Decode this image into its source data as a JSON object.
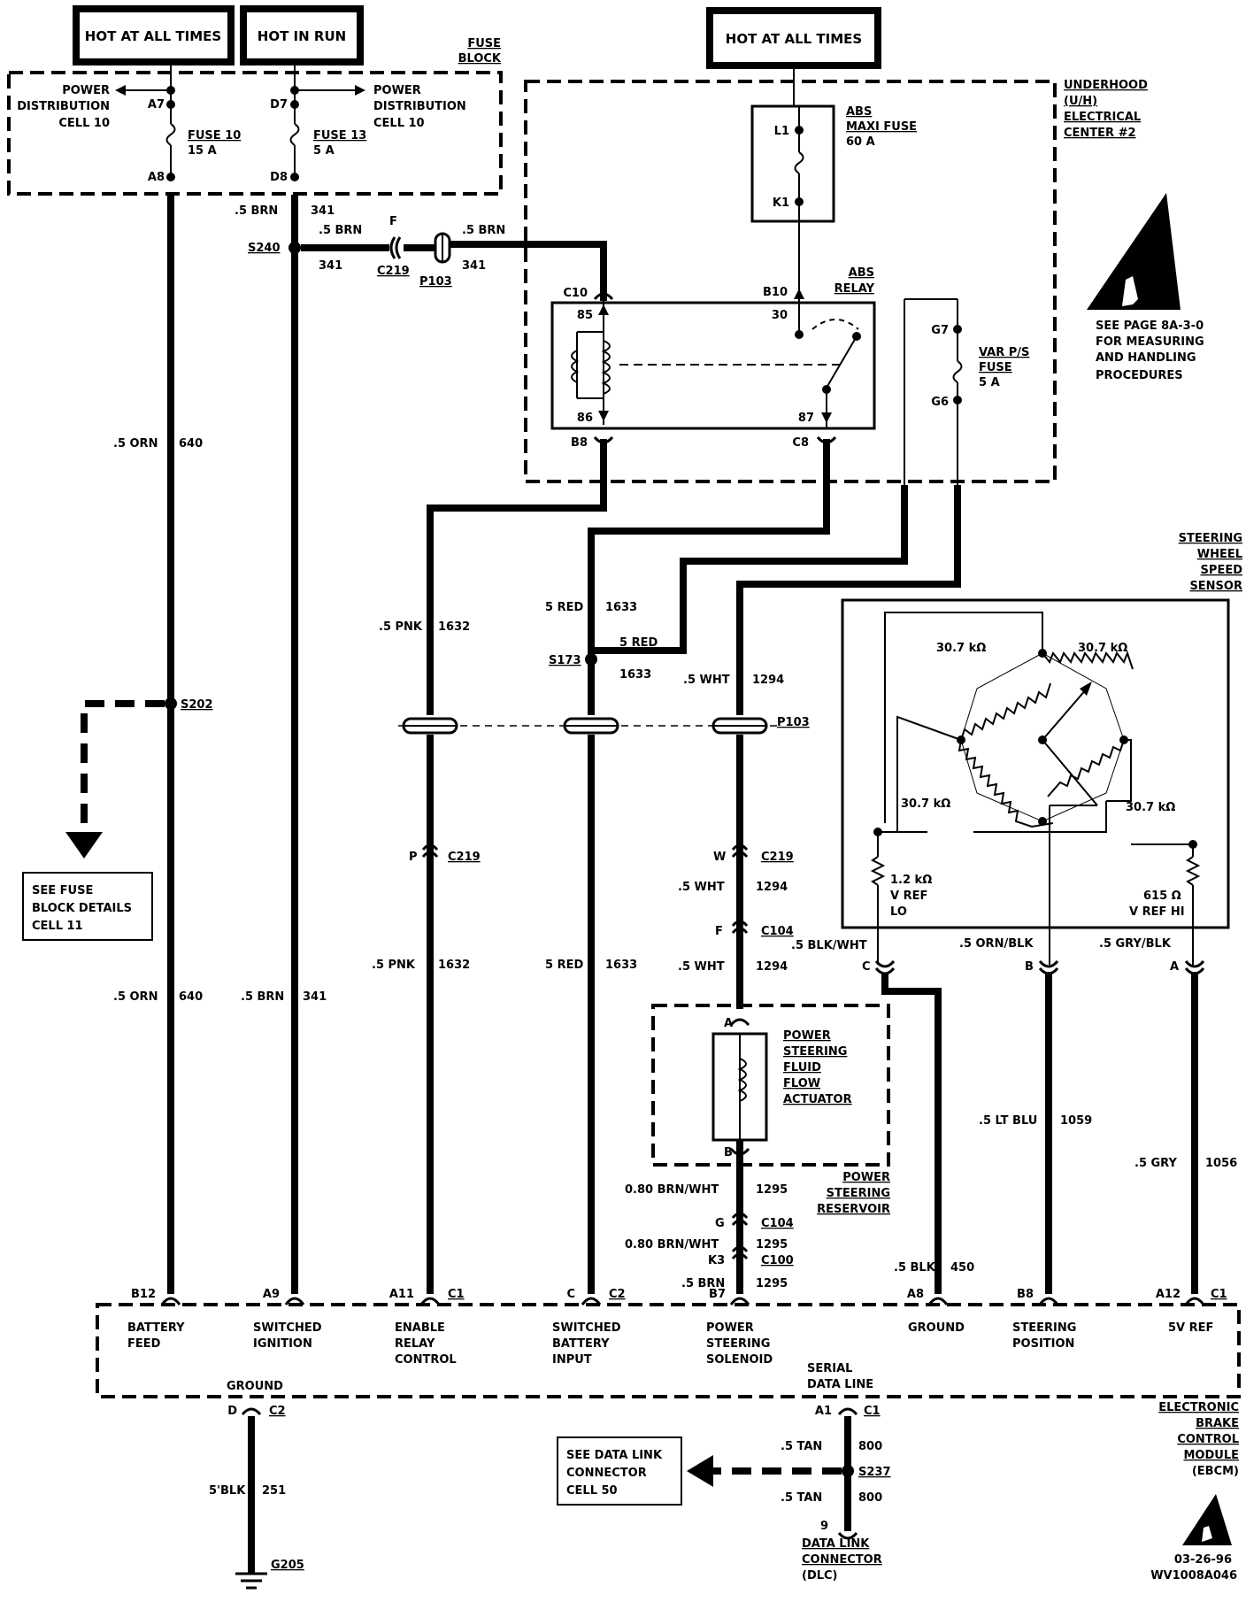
{
  "headers": {
    "hot_at_all_times_1": "HOT AT ALL TIMES",
    "hot_in_run": "HOT IN RUN",
    "hot_at_all_times_2": "HOT  AT  ALL  TIMES"
  },
  "fuse_block": {
    "title_1": "FUSE",
    "title_2": "BLOCK",
    "pdc_left_1": "POWER",
    "pdc_left_2": "DISTRIBUTION",
    "pdc_left_3": "CELL  10",
    "pdc_right_1": "POWER",
    "pdc_right_2": "DISTRIBUTION",
    "pdc_right_3": "CELL  10",
    "fuse10_name": "FUSE 10",
    "fuse10_rating": "15 A",
    "fuse13_name": "FUSE 13",
    "fuse13_rating": "5 A",
    "pin_a7": "A7",
    "pin_a8": "A8",
    "pin_d7": "D7",
    "pin_d8": "D8"
  },
  "underhood": {
    "title_1": "UNDERHOOD",
    "title_2": "(U/H)",
    "title_3": "ELECTRICAL",
    "title_4": "CENTER  #2",
    "maxi_1": "ABS",
    "maxi_2": "MAXI FUSE",
    "maxi_3": "60  A",
    "pin_l1": "L1",
    "pin_k1": "K1",
    "relay_1": "ABS",
    "relay_2": "RELAY",
    "pin_b10": "B10",
    "pin_30": "30",
    "pin_c10": "C10",
    "pin_85": "85",
    "pin_86": "86",
    "pin_b8": "B8",
    "pin_87": "87",
    "pin_c8": "C8",
    "var_1": "VAR  P/S",
    "var_2": "FUSE",
    "var_3": "5  A",
    "pin_g7": "G7",
    "pin_g6": "G6"
  },
  "esd_note": [
    "SEE PAGE 8A-3-0",
    "FOR MEASURING",
    "AND HANDLING",
    "PROCEDURES"
  ],
  "wires": {
    "brn_5_a": ".5  BRN",
    "w341_a": "341",
    "brn_5_b": ".5  BRN",
    "w341_b": "341",
    "brn_5_c": ".5  BRN",
    "w341_c": "341",
    "s240": "S240",
    "c219_f": "F",
    "c219_a": "C219",
    "p103_a": "P103",
    "orn_640_a": ".5 ORN",
    "n640_a": "640",
    "s202": "S202",
    "orn_640_b": ".5 ORN",
    "n640_b": "640",
    "brn_341_d": ".5 BRN",
    "n341_d": "341",
    "pnk_a": ".5 PNK",
    "n1632_a": "1632",
    "pnk_b": ".5  PNK",
    "n1632_b": "1632",
    "c219_p": "P",
    "c219_b": "C219",
    "red_a": "5 RED",
    "n1633_a": "1633",
    "s173": "S173",
    "red_b": "5 RED",
    "n1633_b": "1633",
    "red_c": "5 RED",
    "n1633_c": "1633",
    "wht_a": ".5  WHT",
    "n1294_a": "1294",
    "p103_b": "P103",
    "c219_w": "W",
    "c219_c": "C219",
    "wht_b": ".5  WHT",
    "n1294_b": "1294",
    "c104_f": "F",
    "c104_a": "C104",
    "wht_c": ".5  WHT",
    "n1294_c": "1294",
    "brnwht_a": "0.80  BRN/WHT",
    "n1295_a": "1295",
    "c104_g": "G",
    "c104_b": "C104",
    "brnwht_b": "0.80  BRN/WHT",
    "n1295_b": "1295",
    "c100_k3": "K3",
    "c100": "C100",
    "brn_1295": ".5  BRN",
    "n1295_c": "1295",
    "blkwht": ".5  BLK/WHT",
    "ornblk": ".5  ORN/BLK",
    "gryblk": ".5  GRY/BLK",
    "blk450": ".5 BLK",
    "n450": "450",
    "ltblu": ".5 LT BLU",
    "n1059": "1059",
    "gry": ".5  GRY",
    "n1056": "1056",
    "tan_a": ".5 TAN",
    "n800_a": "800",
    "s237": "S237",
    "tan_b": ".5 TAN",
    "n800_b": "800",
    "blk251": "5'BLK",
    "n251": "251",
    "g205": "G205"
  },
  "fuse_details": [
    "SEE FUSE",
    "BLOCK DETAILS",
    "CELL  11"
  ],
  "datalink_note": [
    "SEE DATA LINK",
    "CONNECTOR",
    "CELL  50"
  ],
  "actuator": {
    "title": [
      "POWER",
      "STEERING",
      "FLUID",
      "FLOW",
      "ACTUATOR"
    ],
    "pin_a": "A",
    "pin_b": "B",
    "reservoir": [
      "POWER",
      "STEERING",
      "RESERVOIR"
    ]
  },
  "sensor": {
    "title": [
      "STEERING",
      "WHEEL",
      "SPEED",
      "SENSOR"
    ],
    "r1": "30.7 kΩ",
    "r2": "30.7 kΩ",
    "r3": "30.7 kΩ",
    "r4": "30.7 kΩ",
    "r_lo": "1.2 kΩ",
    "lo_1": "V REF",
    "lo_2": "LO",
    "r_hi": "615  Ω",
    "hi_1": "V REF HI",
    "pin_c": "C",
    "pin_b": "B",
    "pin_a": "A"
  },
  "ebcm": {
    "pins": [
      {
        "pin": "B12",
        "conn": "",
        "label": [
          "BATTERY",
          "FEED"
        ]
      },
      {
        "pin": "A9",
        "conn": "",
        "label": [
          "SWITCHED",
          "IGNITION"
        ]
      },
      {
        "pin": "A11",
        "conn": "C1",
        "label": [
          "ENABLE",
          "RELAY",
          "CONTROL"
        ]
      },
      {
        "pin": "C",
        "conn": "C2",
        "label": [
          "SWITCHED",
          "BATTERY",
          "INPUT"
        ]
      },
      {
        "pin": "B7",
        "conn": "",
        "label": [
          "POWER",
          "STEERING",
          "SOLENOID"
        ]
      },
      {
        "pin": "A8",
        "conn": "",
        "label": [
          "GROUND"
        ]
      },
      {
        "pin": "B8",
        "conn": "",
        "label": [
          "STEERING",
          "POSITION"
        ]
      },
      {
        "pin": "A12",
        "conn": "C1",
        "label": [
          "5V REF"
        ]
      }
    ],
    "ground_label": "GROUND",
    "ground_pin": "D",
    "ground_conn": "C2",
    "serial_1": "SERIAL",
    "serial_2": "DATA LINE",
    "serial_pin": "A1",
    "serial_conn": "C1",
    "name": [
      "ELECTRONIC",
      "BRAKE",
      "CONTROL",
      "MODULE",
      "(EBCM)"
    ]
  },
  "dlc": {
    "pin": "9",
    "name": [
      "DATA LINK",
      "CONNECTOR",
      "(DLC)"
    ]
  },
  "footer": {
    "date": "03-26-96",
    "code": "WV1008A046"
  }
}
